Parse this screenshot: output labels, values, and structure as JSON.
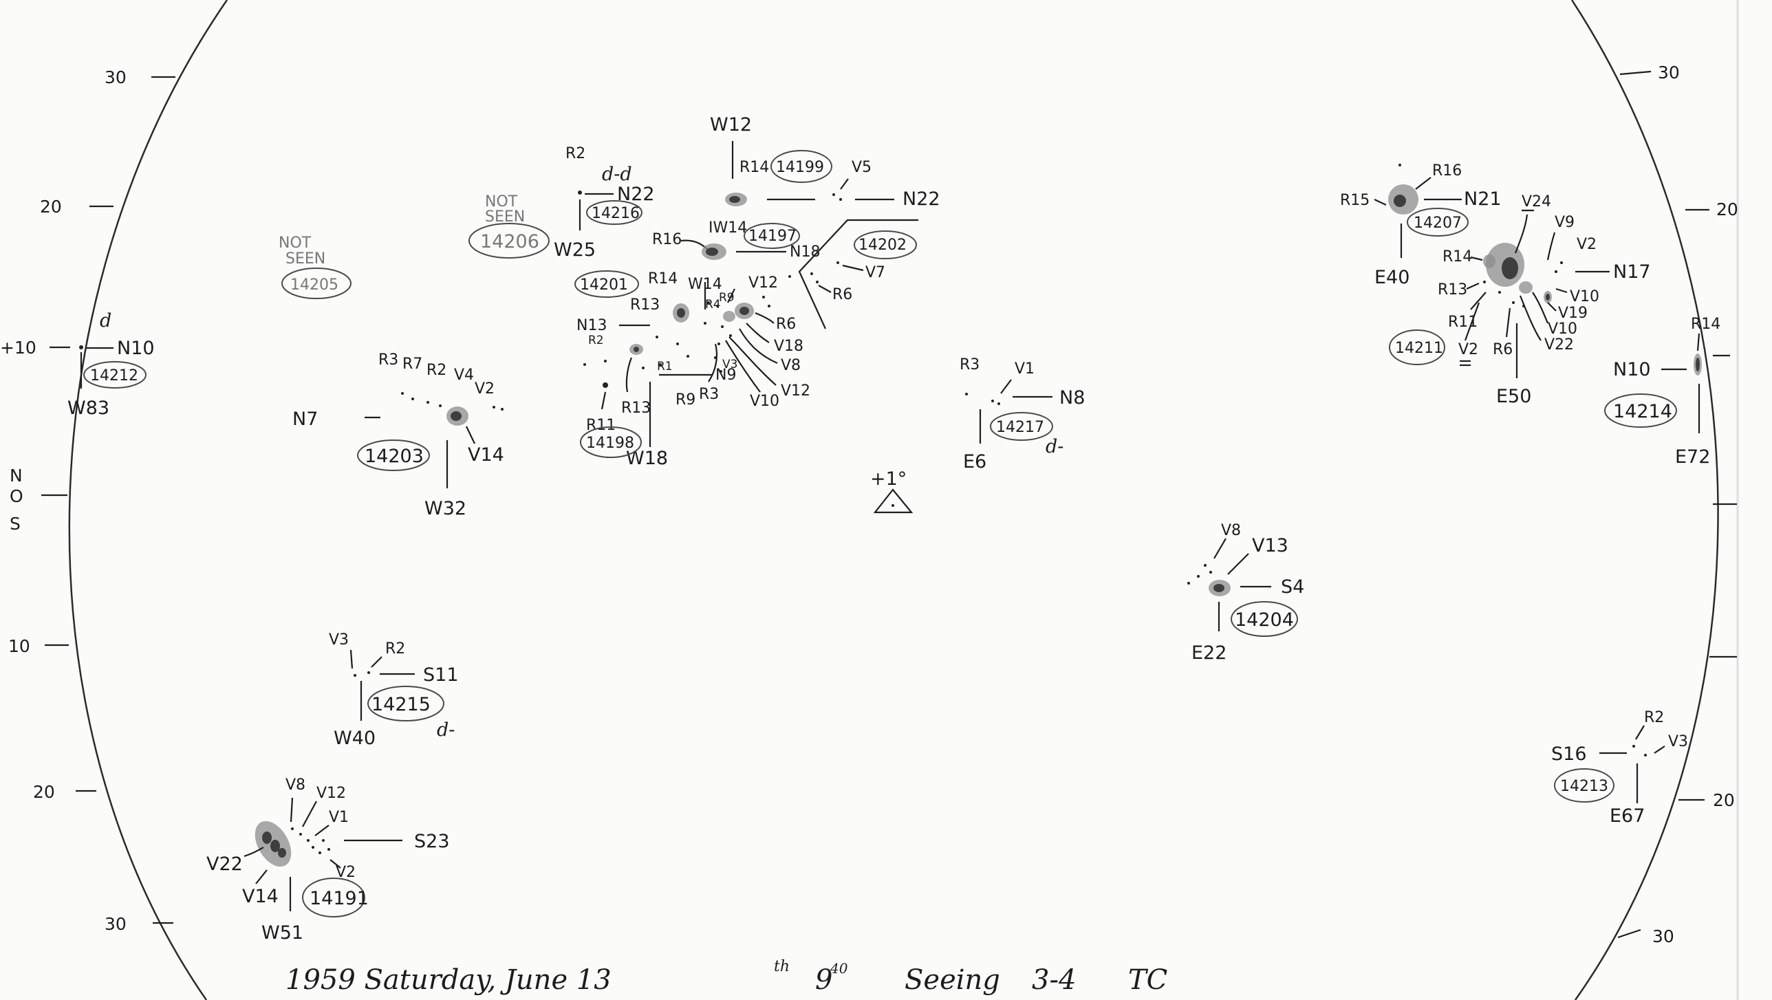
{
  "document": {
    "caption": "1959 Saturday, June 13",
    "caption_day_suffix": "th",
    "caption_time": "9",
    "caption_time_sup": "40",
    "caption_seeing": "Seeing",
    "caption_seeing_value": "3-4",
    "caption_observer": "TC",
    "center_marker": "+1°"
  },
  "scale": {
    "left": [
      "30",
      "20",
      "+10",
      "10",
      "20",
      "30"
    ],
    "right": [
      "30",
      "20",
      "30",
      "20"
    ],
    "pole": [
      "N",
      "O",
      "S"
    ]
  },
  "notes": {
    "not_seen_1": "NOT",
    "not_seen_2": "SEEN",
    "d_minus": "d-",
    "d_d": "d-d",
    "d": "d"
  },
  "regions": [
    {
      "id": "14212",
      "lat": "N10",
      "lon": "W83"
    },
    {
      "id": "14205"
    },
    {
      "id": "14203",
      "lat": "N7",
      "lon": "W32"
    },
    {
      "id": "14206"
    },
    {
      "id": "14216",
      "lat": "N22",
      "lon": "W25"
    },
    {
      "id": "14199",
      "lat": "N22",
      "lon": "W12"
    },
    {
      "id": "14197",
      "lat": "N18",
      "lon": "W14"
    },
    {
      "id": "14202"
    },
    {
      "id": "14201"
    },
    {
      "id": "14198",
      "lat": "N9",
      "lon": "W18"
    },
    {
      "id": "14217",
      "lat": "N8",
      "lon": "E6"
    },
    {
      "id": "14215",
      "lat": "S11",
      "lon": "W40"
    },
    {
      "id": "14191",
      "lat": "S23",
      "lon": "W51"
    },
    {
      "id": "14204",
      "lat": "S4",
      "lon": "E22"
    },
    {
      "id": "14207",
      "lat": "N21",
      "lon": "E40"
    },
    {
      "id": "14211",
      "lat": "N17",
      "lon": "E50"
    },
    {
      "id": "14214",
      "lat": "N10",
      "lon": "E72"
    },
    {
      "id": "14213",
      "lat": "S16",
      "lon": "E67"
    }
  ],
  "spot_labels": {
    "r1": "R1",
    "r2": "R2",
    "r3": "R3",
    "r6": "R6",
    "r7": "R7",
    "r9": "R9",
    "r11": "R11",
    "r13": "R13",
    "r14": "R14",
    "r15": "R15",
    "r16": "R16",
    "v1": "V1",
    "v2": "V2",
    "v3": "V3",
    "v4": "V4",
    "v5": "V5",
    "v7": "V7",
    "v8": "V8",
    "v9": "V9",
    "v10": "V10",
    "v12": "V12",
    "v13": "V13",
    "v14": "V14",
    "v18": "V18",
    "v19": "V19",
    "v22": "V22",
    "v24": "V24",
    "w12": "W12",
    "w14": "W14",
    "iw14": "IW14",
    "n13": "N13",
    "r4": "R4",
    "r9b": "R9"
  }
}
